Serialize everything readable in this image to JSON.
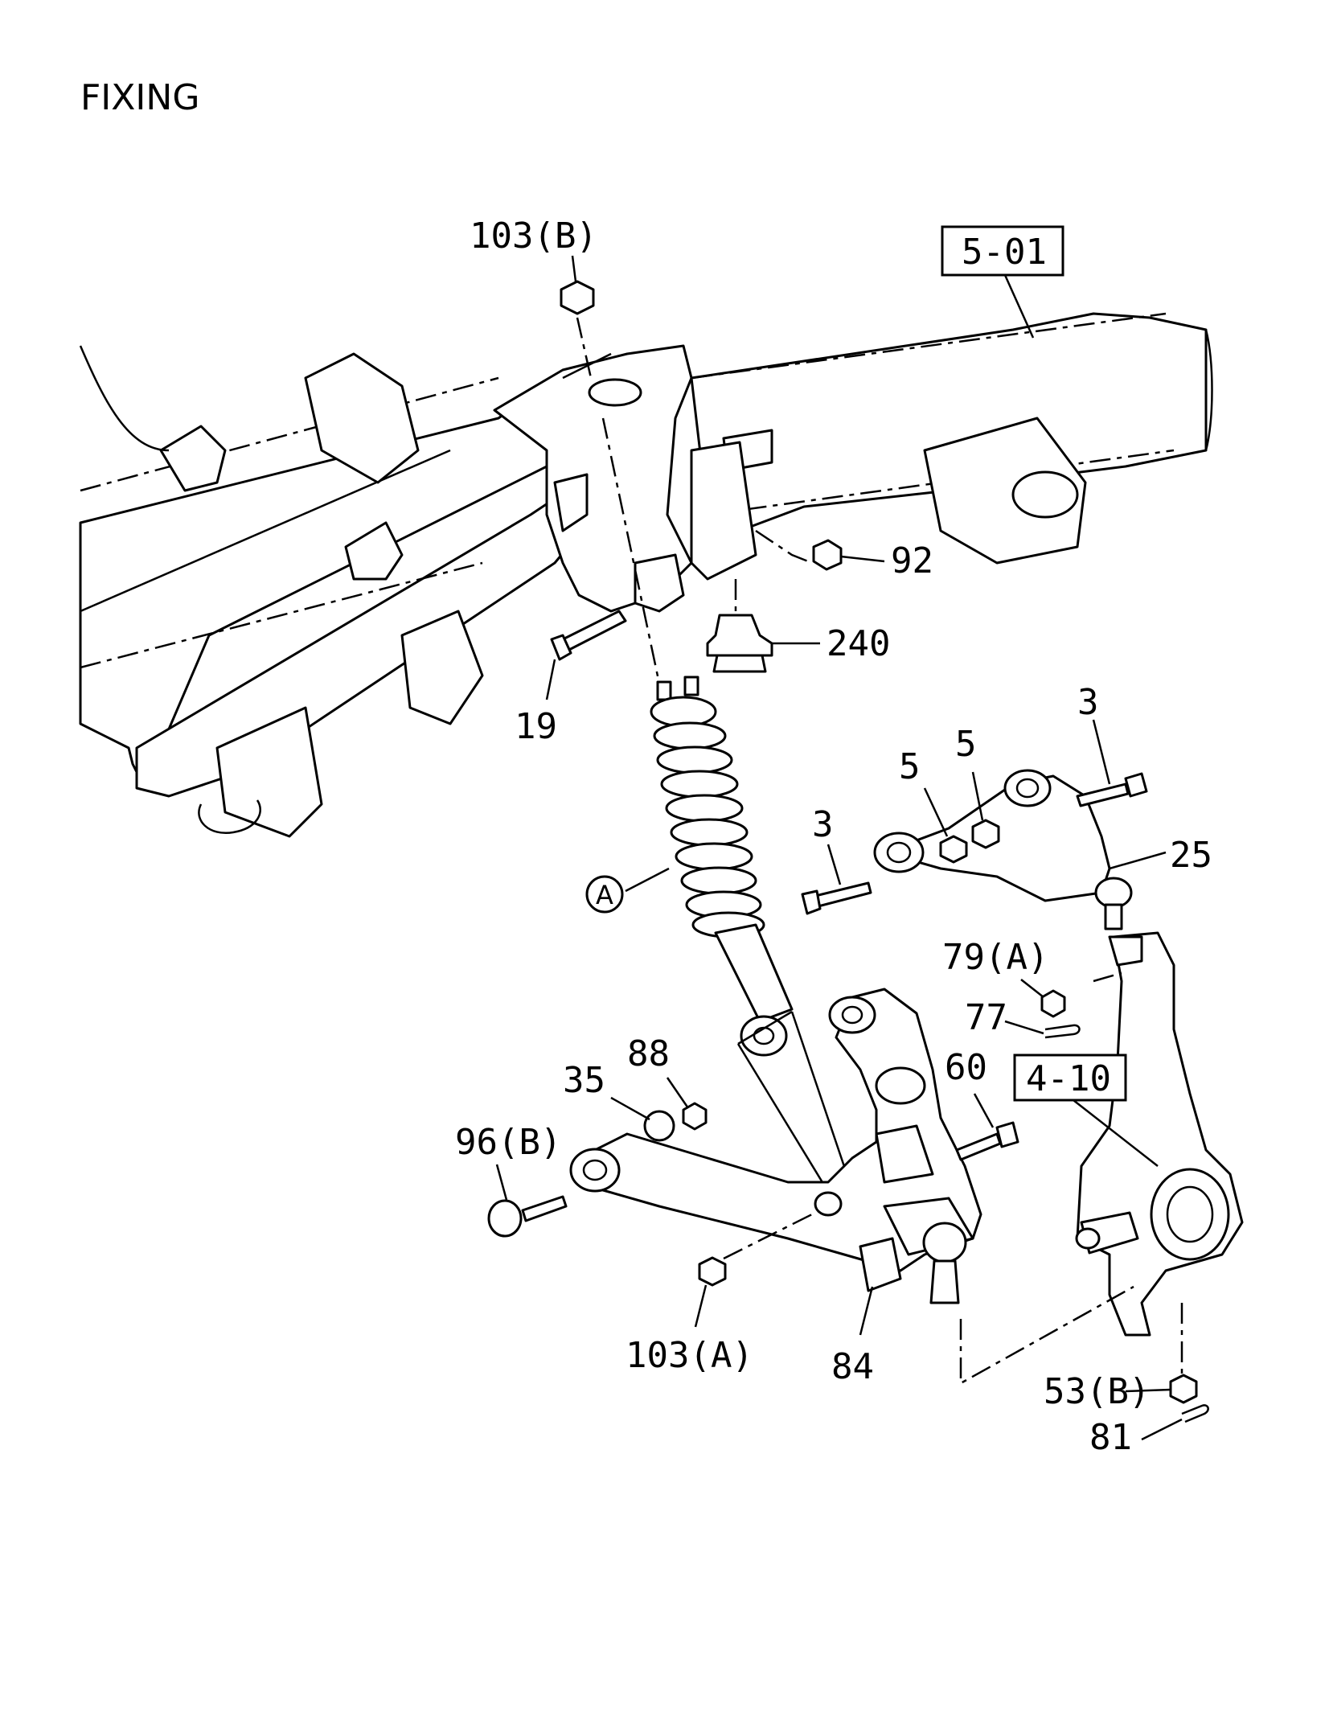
{
  "title": "FIXING",
  "references": {
    "frame": "5-01",
    "knuckle": "4-10"
  },
  "callouts": {
    "c103b": "103(B)",
    "c92": "92",
    "c240": "240",
    "c19": "19",
    "c3a": "3",
    "c3b": "3",
    "c5a": "5",
    "c5b": "5",
    "c25": "25",
    "cA": "A",
    "c79a": "79(A)",
    "c77": "77",
    "c60": "60",
    "c88": "88",
    "c35": "35",
    "c96b": "96(B)",
    "c103a": "103(A)",
    "c84": "84",
    "c53b": "53(B)",
    "c81": "81"
  }
}
